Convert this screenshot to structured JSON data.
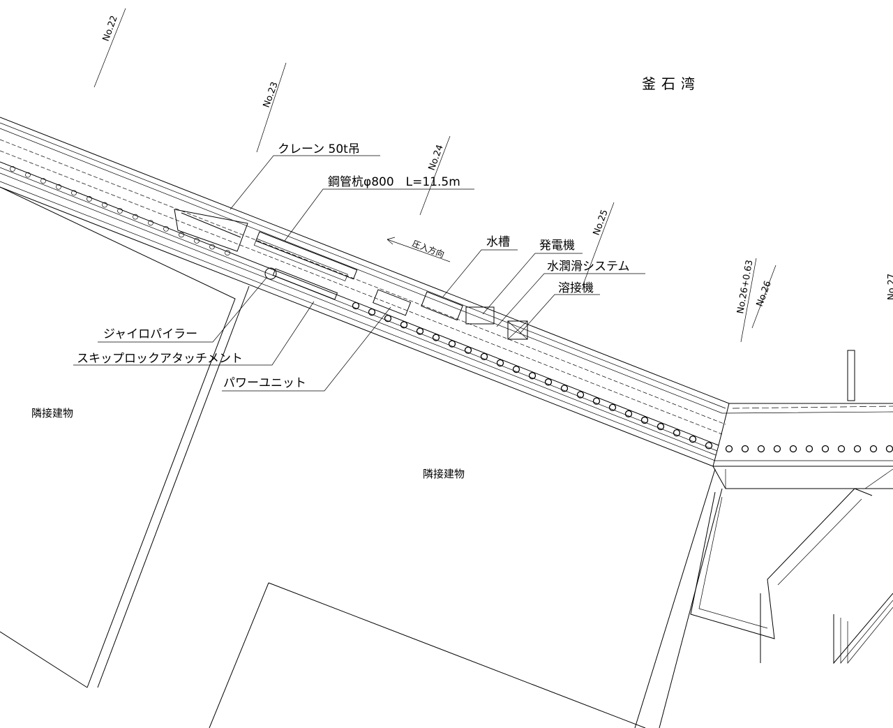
{
  "title": "釜石湾",
  "stations": [
    "No.22",
    "No.23",
    "No.24",
    "No.25",
    "No.26+0.63",
    "No.26",
    "No.27"
  ],
  "labels": {
    "crane": "クレーン 50t吊",
    "pile": "鋼管杭φ800　L=11.5m",
    "direction": "圧入方向",
    "water_tank": "水槽",
    "generator": "発電機",
    "water_lube": "水潤滑システム",
    "welder": "溶接機",
    "gyro_piler": "ジャイロパイラー",
    "skip_rock": "スキップロックアタッチメント",
    "power_unit": "パワーユニット",
    "building_left": "隣接建物",
    "building_center": "隣接建物"
  }
}
